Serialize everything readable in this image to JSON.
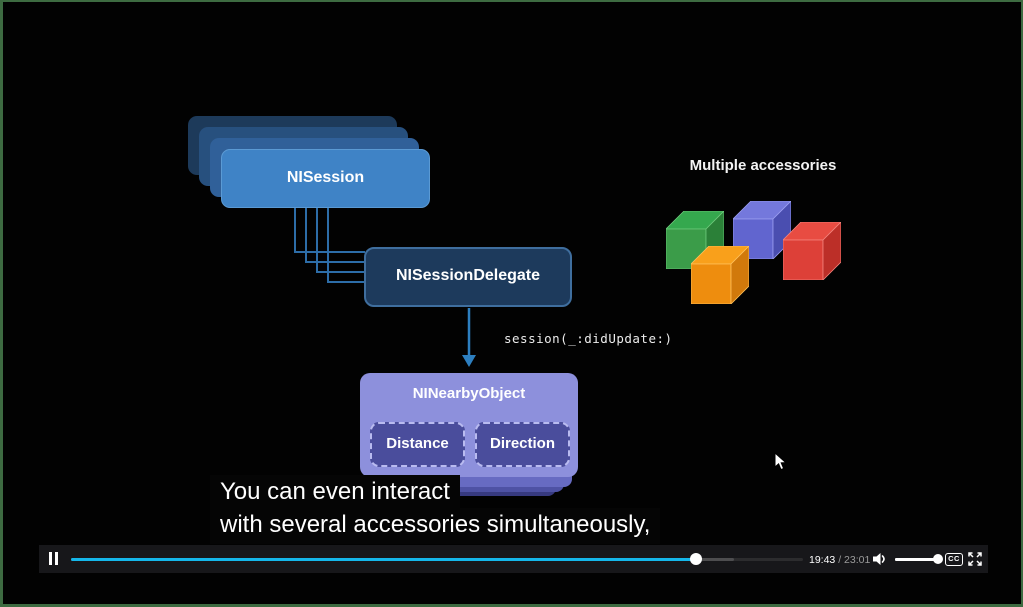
{
  "diagram": {
    "session_label": "NISession",
    "delegate_label": "NISessionDelegate",
    "callback_label": "session(_:didUpdate:)",
    "nearby_title": "NINearbyObject",
    "nearby_fields": {
      "distance": "Distance",
      "direction": "Direction"
    },
    "accessories_title": "Multiple accessories",
    "cubes": [
      "green",
      "indigo",
      "orange",
      "red"
    ]
  },
  "captions": {
    "line1": "You can even interact",
    "line2": "with several accessories simultaneously,"
  },
  "player": {
    "state": "playing",
    "time_current": "19:43",
    "time_separator": " / ",
    "time_total": "23:01",
    "cc_label": "CC",
    "progress_percent": 85.4,
    "buffered_percent": 90.6,
    "volume_percent": 100
  },
  "colors": {
    "border_green": "#3d6b41",
    "player_bar_bg": "#17171a",
    "progress_cyan": "#15b7ea",
    "buffer_gray": "#4d4d4f",
    "track_gray": "#2c2c2e",
    "time_gray": "#9b9b9b",
    "session_front": "#3f83c6",
    "session_front_edge": "#5b9ad4",
    "session_back3": "#306099",
    "session_back2": "#27507e",
    "session_back1": "#1d3a5a",
    "delegate_fill": "#1d3a5c",
    "delegate_border": "#3f6e9e",
    "connector_blue": "#2d6da8",
    "arrow_blue": "#2d7fc0",
    "nearby_fill": "#8d90dc",
    "nearby_inner": "#4a4d9c",
    "nearby_dash": "#b9bbf0",
    "stack1": "#676bc2",
    "stack2": "#4e52a4",
    "stack3": "#373a80",
    "cube_green_front": "#3b9c49",
    "cube_green_top": "#35a84e",
    "cube_green_side": "#2b8038",
    "cube_green_edge": "#6cc87a",
    "cube_indigo_front": "#6165cf",
    "cube_indigo_top": "#7478dc",
    "cube_indigo_side": "#4a4eb0",
    "cube_indigo_edge": "#9a9df0",
    "cube_orange_front": "#ee8d0e",
    "cube_orange_top": "#f9a01b",
    "cube_orange_side": "#d1790b",
    "cube_orange_edge": "#ffc05a",
    "cube_red_front": "#dd4038",
    "cube_red_top": "#e84c42",
    "cube_red_side": "#bc2f28",
    "cube_red_edge": "#f3837c"
  }
}
